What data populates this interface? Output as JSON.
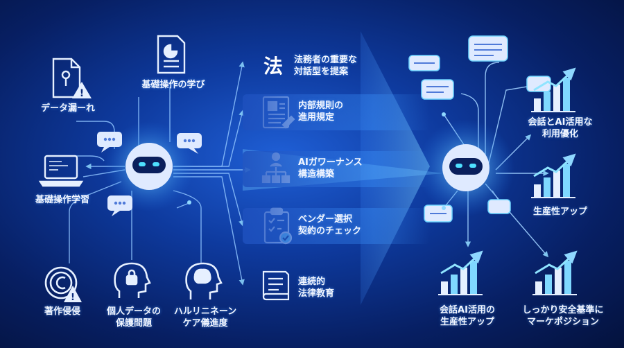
{
  "left_items": [
    {
      "id": "data-leak",
      "icon": "file-lock-warning-icon",
      "label": [
        "データ漏ーれ"
      ]
    },
    {
      "id": "basic-learn",
      "icon": "report-chart-icon",
      "label": [
        "基礎操作の学び"
      ]
    },
    {
      "id": "basic-study",
      "icon": "laptop-code-icon",
      "label": [
        "基礎操作学習"
      ]
    },
    {
      "id": "copyright",
      "icon": "copyright-warning-icon",
      "label": [
        "著作侵侵"
      ]
    },
    {
      "id": "personal-data",
      "icon": "head-lock-icon",
      "label": [
        "個人データの",
        "保護問題"
      ]
    },
    {
      "id": "hallucination",
      "icon": "brain-head-icon",
      "label": [
        "ハルリニネーン",
        "ケア儀進度"
      ]
    }
  ],
  "middle_items": [
    {
      "id": "legal-proposal",
      "icon": "law-kanji-icon",
      "glyph": "法",
      "label": [
        "法務者の重要な",
        "対話型を提案"
      ]
    },
    {
      "id": "internal-rules",
      "icon": "document-icon",
      "label": [
        "内部規則の",
        "進用規定"
      ]
    },
    {
      "id": "ai-governance",
      "icon": "org-chart-icon",
      "label": [
        "AIガワーナンス",
        "構造構築"
      ]
    },
    {
      "id": "vendor-check",
      "icon": "clipboard-check-icon",
      "label": [
        "ベンダー選択",
        "契約のチェック"
      ]
    },
    {
      "id": "legal-education",
      "icon": "book-icon",
      "label": [
        "連続的",
        "法律教育"
      ]
    }
  ],
  "right_items": [
    {
      "id": "optimize-use",
      "icon": "growth-chart-icon",
      "label": [
        "会話とAI活用な",
        "利用優化"
      ]
    },
    {
      "id": "productivity-up",
      "icon": "growth-chart-icon",
      "label": [
        "生産性アップ"
      ]
    },
    {
      "id": "ai-productivity",
      "icon": "growth-chart-icon",
      "label": [
        "会話AI活用の",
        "生産性アップ"
      ]
    },
    {
      "id": "safety-position",
      "icon": "growth-chart-icon",
      "label": [
        "しっかり安全基準に",
        "マーケポジション"
      ]
    }
  ],
  "colors": {
    "accent": "#5fd0ff",
    "line": "#8fc4ff",
    "icon": "#e6f0ff",
    "bot": "#dfeaff"
  }
}
